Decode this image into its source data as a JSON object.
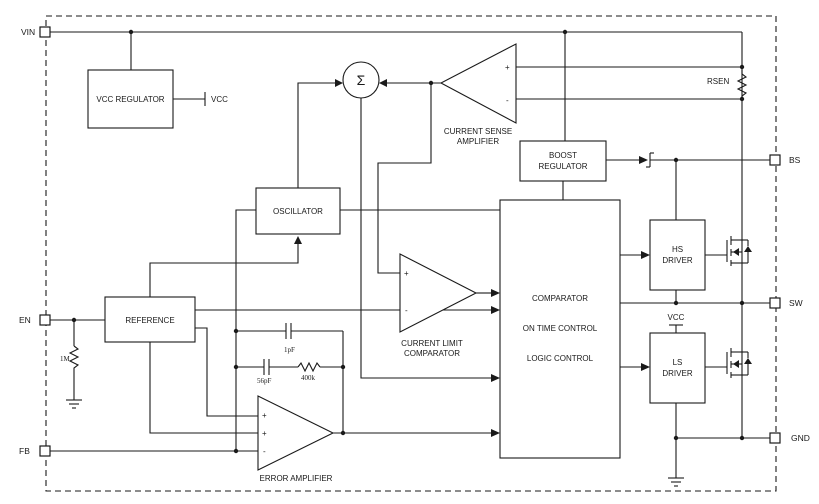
{
  "pins": {
    "vin": "VIN",
    "en": "EN",
    "fb": "FB",
    "bs": "BS",
    "sw": "SW",
    "gnd": "GND"
  },
  "blocks": {
    "vcc_regulator": "VCC REGULATOR",
    "vcc_out": "VCC",
    "sum_symbol": "Σ",
    "current_sense_line1": "CURRENT SENSE",
    "current_sense_line2": "AMPLIFIER",
    "rsen": "RSEN",
    "boost_line1": "BOOST",
    "boost_line2": "REGULATOR",
    "oscillator": "OSCILLATOR",
    "reference": "REFERENCE",
    "current_limit_line1": "CURRENT LIMIT",
    "current_limit_line2": "COMPARATOR",
    "comparator": "COMPARATOR",
    "on_time_control": "ON TIME CONTROL",
    "logic_control": "LOGIC CONTROL",
    "hs_driver_line1": "HS",
    "hs_driver_line2": "DRIVER",
    "ls_driver_line1": "LS",
    "ls_driver_line2": "DRIVER",
    "vcc_ls": "VCC",
    "error_amplifier": "ERROR AMPLIFIER"
  },
  "components": {
    "cap1": "1pF",
    "cap2": "56pF",
    "res1": "400k",
    "res_en": "1M"
  },
  "signs": {
    "plus": "+",
    "minus": "-"
  }
}
